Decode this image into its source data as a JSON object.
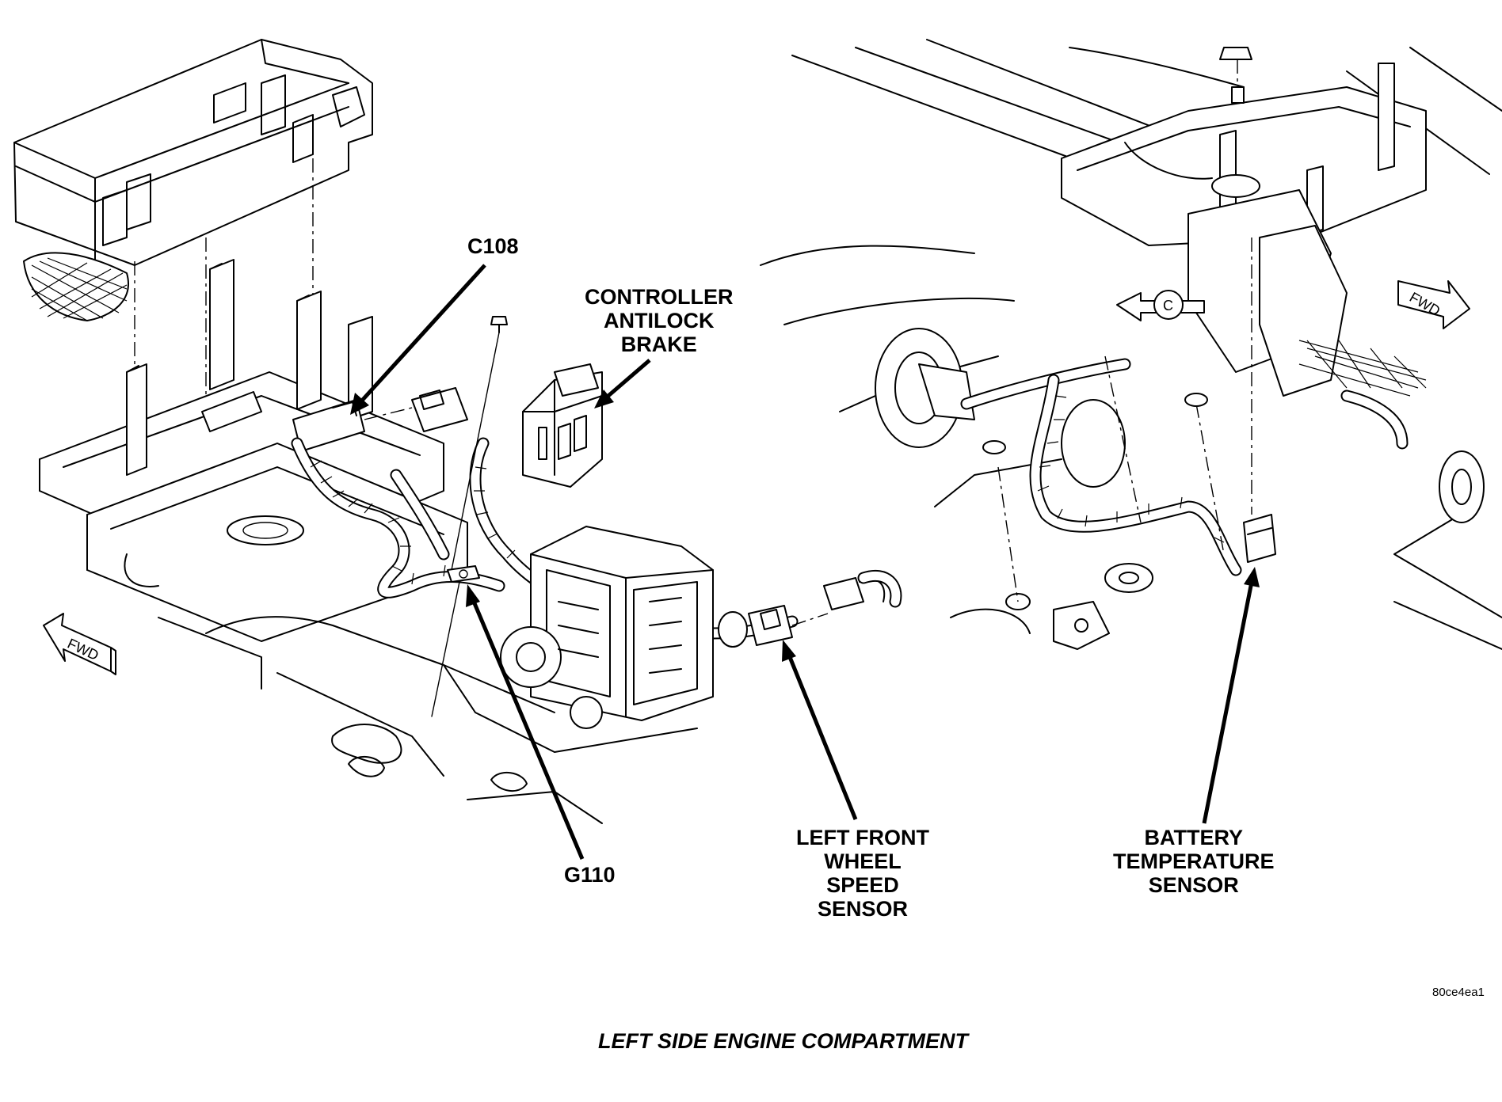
{
  "labels": {
    "c108": "C108",
    "controller": [
      "CONTROLLER",
      "ANTILOCK",
      "BRAKE"
    ],
    "g110": "G110",
    "wheel_sensor": [
      "LEFT FRONT",
      "WHEEL",
      "SPEED",
      "SENSOR"
    ],
    "battery_sensor": [
      "BATTERY",
      "TEMPERATURE",
      "SENSOR"
    ]
  },
  "markers": {
    "fwd_left": "FWD",
    "fwd_right": "FWD",
    "view_c": "C"
  },
  "reference_code": "80ce4ea1",
  "caption": "LEFT SIDE ENGINE COMPARTMENT"
}
